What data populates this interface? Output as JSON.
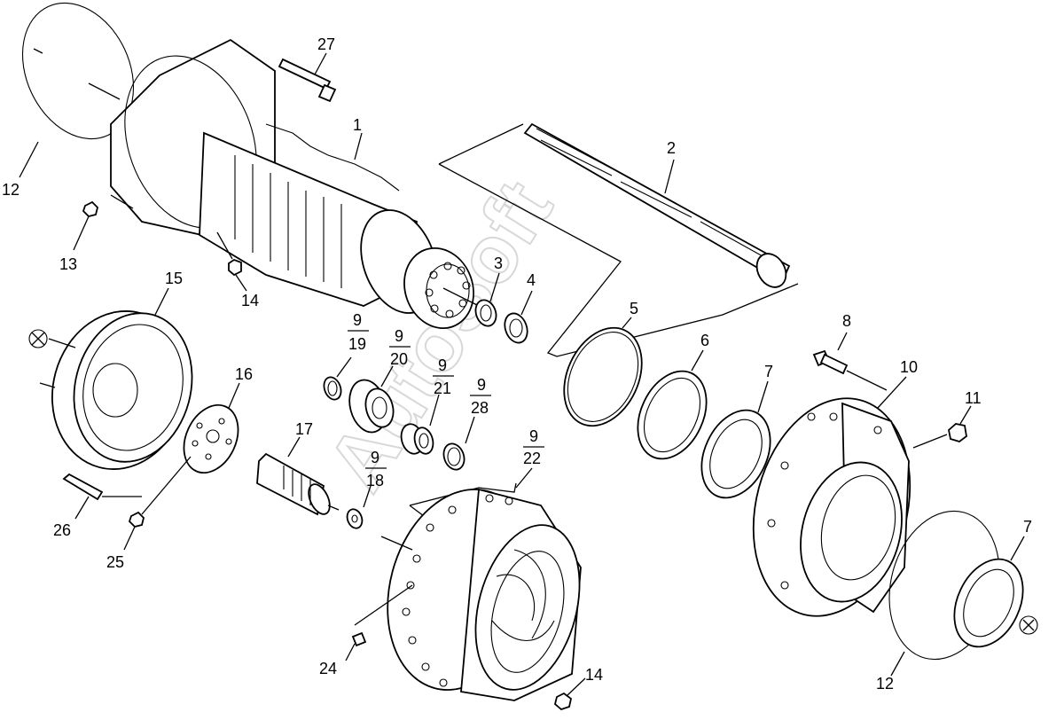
{
  "watermark": "AutoSoft",
  "labels": {
    "p1": "1",
    "p2": "2",
    "p3": "3",
    "p4": "4",
    "p5": "5",
    "p6": "6",
    "p7a": "7",
    "p7b": "7",
    "p8": "8",
    "p10": "10",
    "p11": "11",
    "p12a": "12",
    "p12b": "12",
    "p13": "13",
    "p14a": "14",
    "p14b": "14",
    "p15": "15",
    "p16": "16",
    "p17": "17",
    "p24": "24",
    "p25": "25",
    "p26": "26",
    "p27": "27",
    "f19n": "9",
    "f19d": "19",
    "f20n": "9",
    "f20d": "20",
    "f21n": "9",
    "f21d": "21",
    "f28n": "9",
    "f28d": "28",
    "f18n": "9",
    "f18d": "18",
    "f22n": "9",
    "f22d": "22"
  }
}
